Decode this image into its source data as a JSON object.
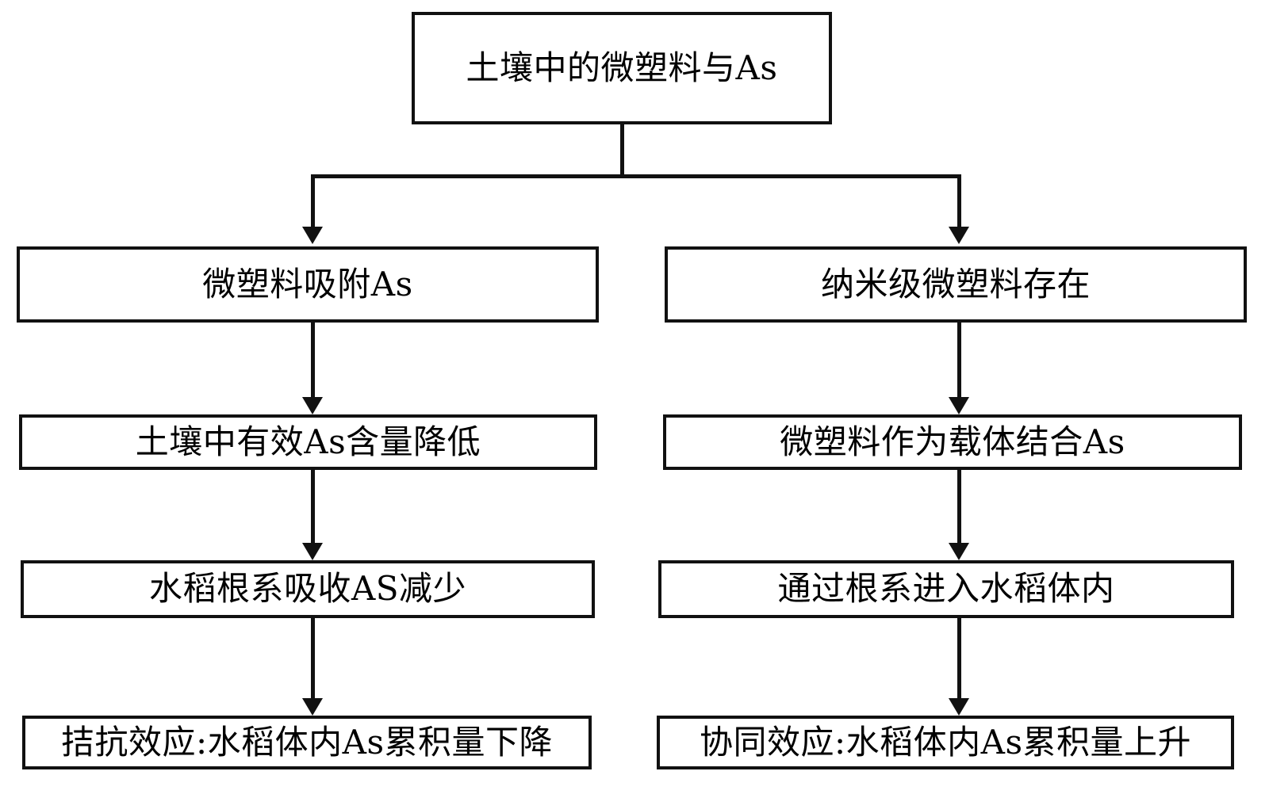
{
  "diagram": {
    "title_text": "土壤中的微塑料与As",
    "type": "flowchart",
    "orientation": "top-down",
    "stroke_color": "#111111",
    "fill_color": "#ffffff",
    "text_color": "#000000",
    "root": {
      "id": "root",
      "label": "土壤中的微塑料与As"
    },
    "branches": [
      {
        "id": "antagonistic",
        "name": "left-branch",
        "steps": [
          {
            "id": "l1",
            "label": "微塑料吸附As"
          },
          {
            "id": "l2",
            "label": "土壤中有效As含量降低"
          },
          {
            "id": "l3",
            "label": "水稻根系吸收AS减少"
          },
          {
            "id": "l4",
            "label": "拮抗效应:水稻体内As累积量下降"
          }
        ]
      },
      {
        "id": "synergistic",
        "name": "right-branch",
        "steps": [
          {
            "id": "r1",
            "label": "纳米级微塑料存在"
          },
          {
            "id": "r2",
            "label": "微塑料作为载体结合As"
          },
          {
            "id": "r3",
            "label": "通过根系进入水稻体内"
          },
          {
            "id": "r4",
            "label": "协同效应:水稻体内As累积量上升"
          }
        ]
      }
    ],
    "connectors": [
      {
        "id": "root-split",
        "from": "root",
        "to": [
          "l1",
          "r1"
        ],
        "style": "orthogonal-fork",
        "arrowhead": "filled-triangle"
      },
      {
        "id": "l1-l2",
        "from": "l1",
        "to": "l2",
        "style": "straight-vertical",
        "arrowhead": "filled-triangle"
      },
      {
        "id": "l2-l3",
        "from": "l2",
        "to": "l3",
        "style": "straight-vertical",
        "arrowhead": "filled-triangle"
      },
      {
        "id": "l3-l4",
        "from": "l3",
        "to": "l4",
        "style": "straight-vertical",
        "arrowhead": "filled-triangle"
      },
      {
        "id": "r1-r2",
        "from": "r1",
        "to": "r2",
        "style": "straight-vertical",
        "arrowhead": "filled-triangle"
      },
      {
        "id": "r2-r3",
        "from": "r2",
        "to": "r3",
        "style": "straight-vertical",
        "arrowhead": "filled-triangle"
      },
      {
        "id": "r3-r4",
        "from": "r3",
        "to": "r4",
        "style": "straight-vertical",
        "arrowhead": "filled-triangle"
      }
    ]
  }
}
